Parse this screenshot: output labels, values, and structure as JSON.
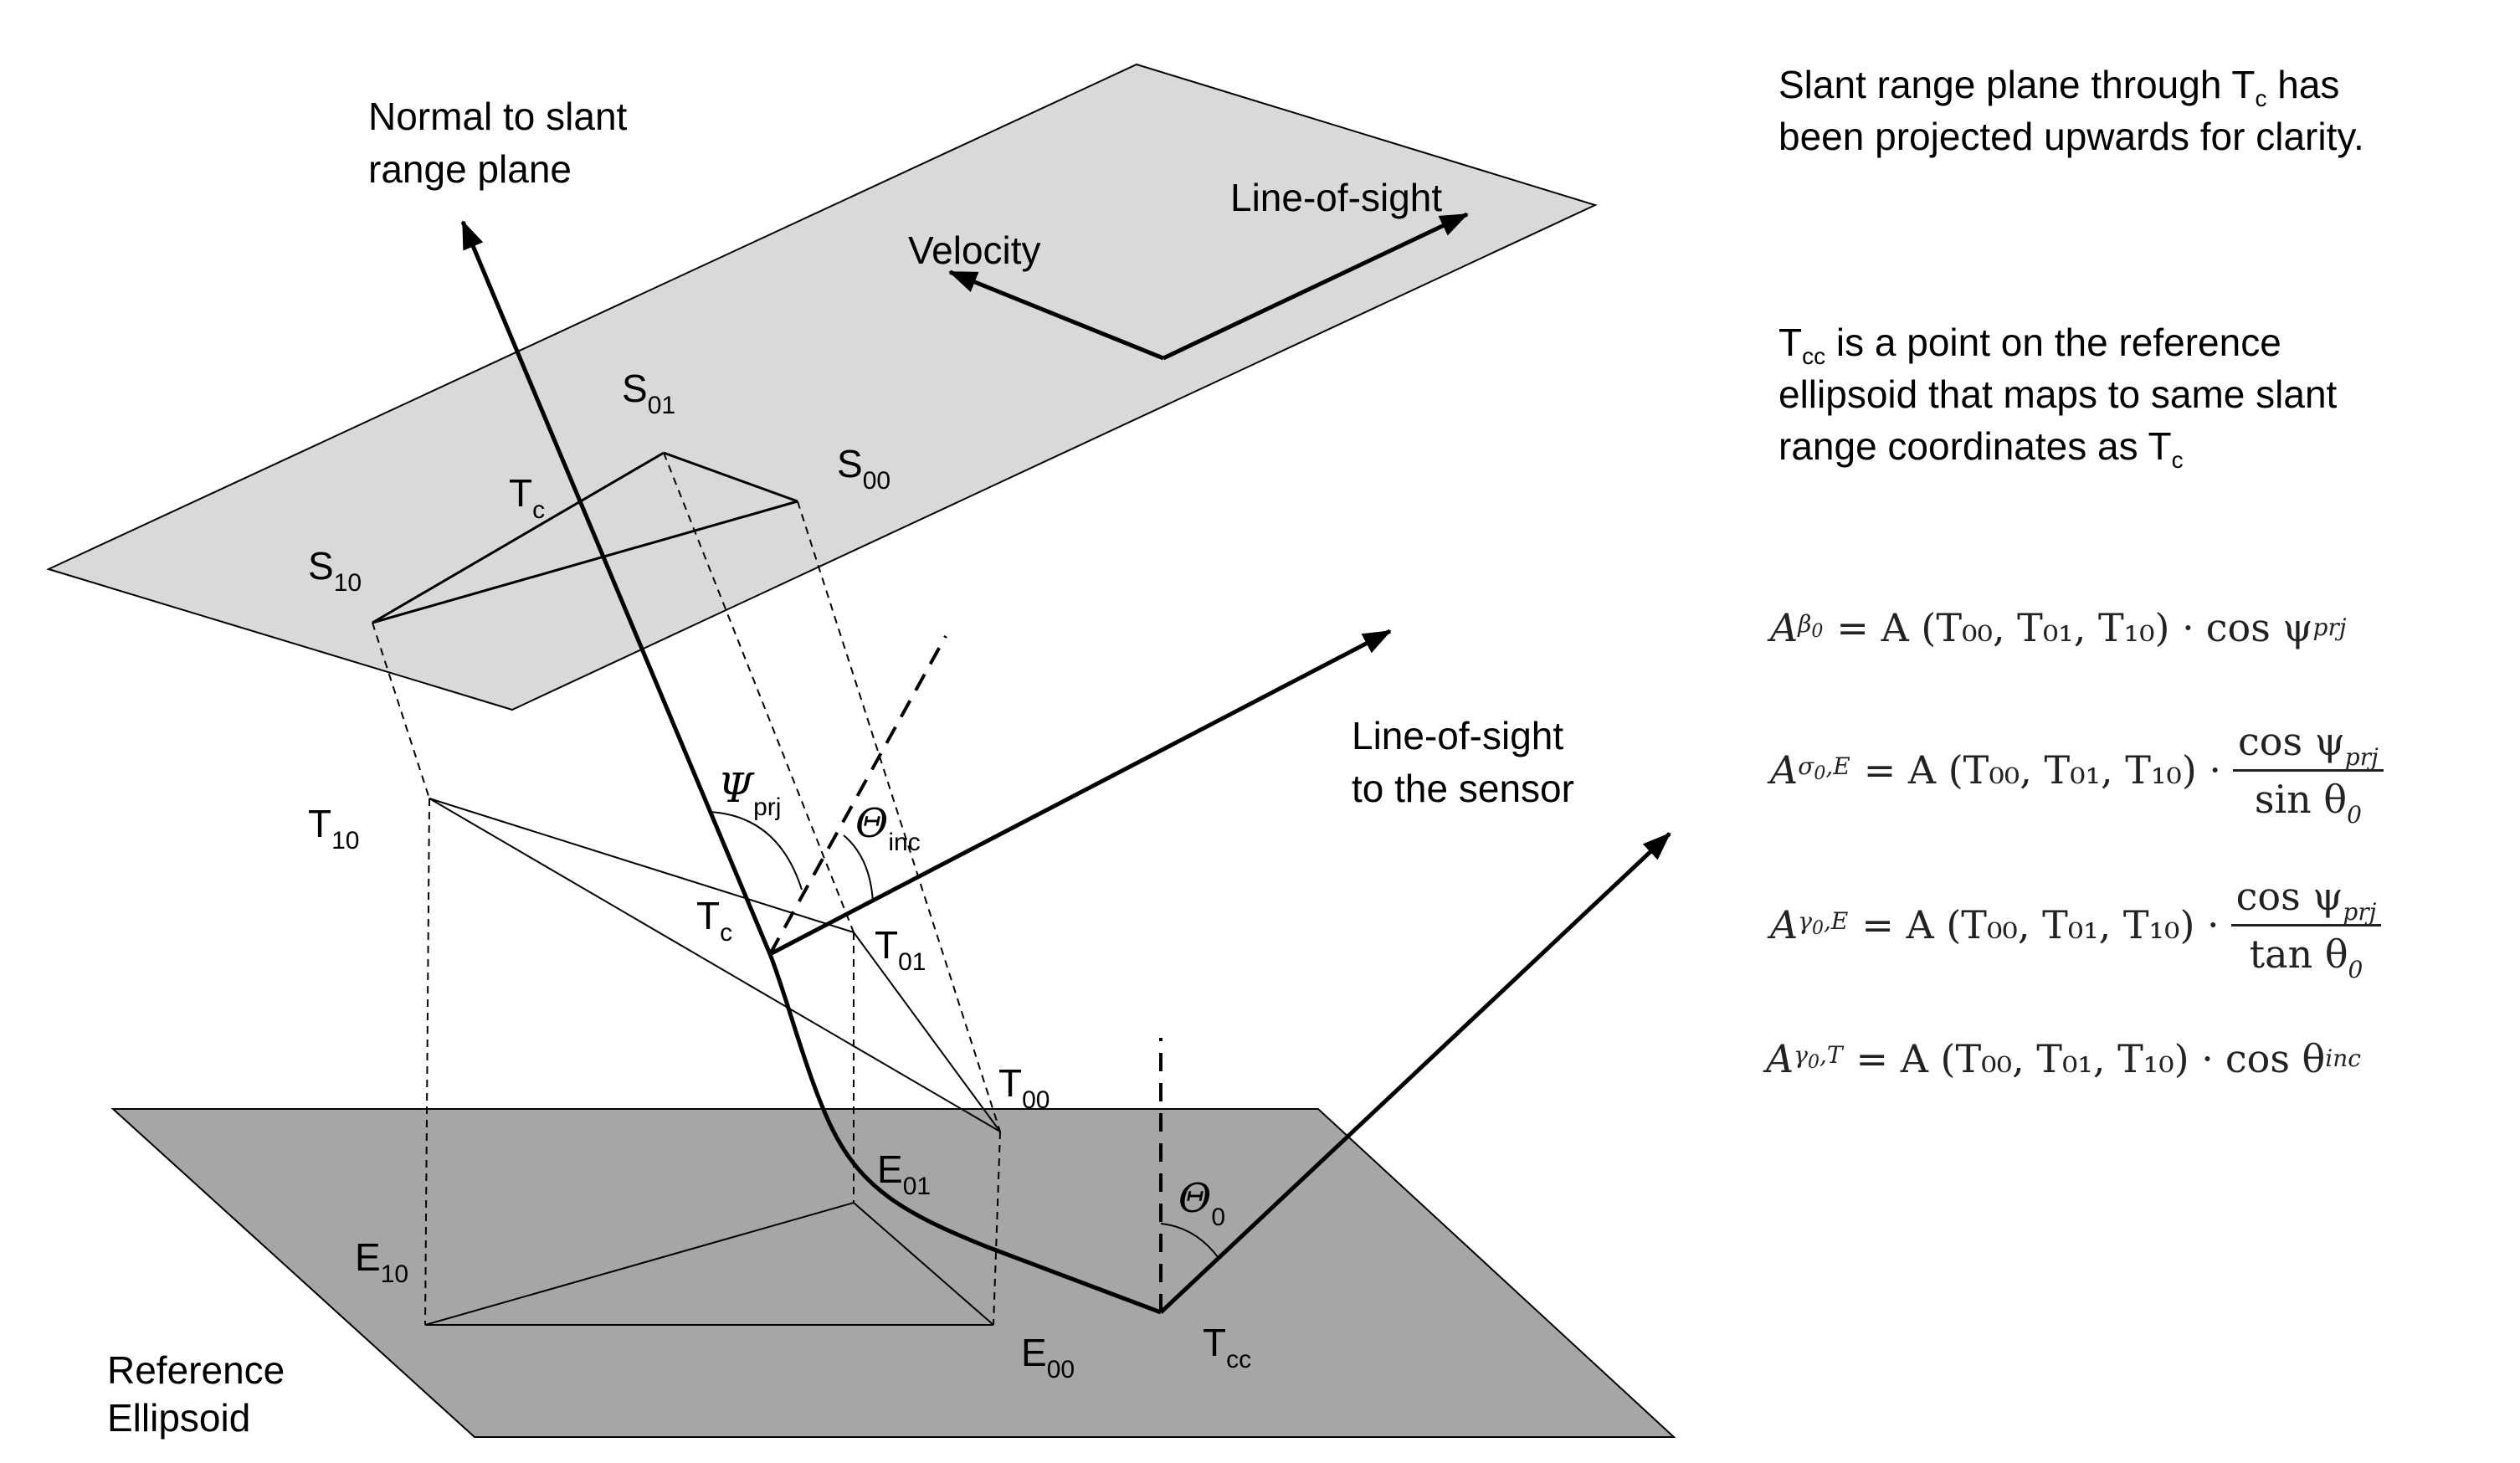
{
  "labels": {
    "normal_line1": "Normal to slant",
    "normal_line2": "range plane",
    "velocity": "Velocity",
    "line_of_sight": "Line-of-sight",
    "los_sensor_line1": "Line-of-sight",
    "los_sensor_line2": "to the sensor",
    "reference_line1": "Reference",
    "reference_line2": "Ellipsoid",
    "points": {
      "s01": {
        "base": "S",
        "sub": "01"
      },
      "s00": {
        "base": "S",
        "sub": "00"
      },
      "s10": {
        "base": "S",
        "sub": "10"
      },
      "tc_top": {
        "base": "T",
        "sub": "c"
      },
      "t10": {
        "base": "T",
        "sub": "10"
      },
      "tc_mid": {
        "base": "T",
        "sub": "c"
      },
      "t01": {
        "base": "T",
        "sub": "01"
      },
      "t00": {
        "base": "T",
        "sub": "00"
      },
      "e01": {
        "base": "E",
        "sub": "01"
      },
      "e10": {
        "base": "E",
        "sub": "10"
      },
      "e00": {
        "base": "E",
        "sub": "00"
      },
      "tcc": {
        "base": "T",
        "sub": "cc"
      }
    },
    "psi": {
      "symbol": "Ψ",
      "sub": "prj"
    },
    "theta_inc": {
      "symbol": "Θ",
      "sub": "inc"
    },
    "theta_0": {
      "symbol": "Θ",
      "sub": "0"
    }
  },
  "notes": {
    "note1_a": "Slant range plane through T",
    "note1_sub": "c",
    "note1_b": " has",
    "note1_line2": "been projected upwards for clarity.",
    "note2_a": "T",
    "note2_sub": "cc",
    "note2_b": " is a point on the reference",
    "note2_line2": "ellipsoid that maps to same slant",
    "note2_line3_a": "range coordinates as T",
    "note2_line3_sub": "c"
  },
  "equations": {
    "A": "A",
    "beta0_sub": "β",
    "beta0_subsub": "0",
    "sigma0_sub": "σ",
    "sigma0_subsub": "0",
    "sigma0_tail": ",E",
    "gamma0_sub": "γ",
    "gamma0_subsub": "0",
    "gamma0E_tail": ",E",
    "gamma0T_tail": ",T",
    "rhs_core": "= A (T₀₀, T₀₁, T₁₀) ·",
    "cos_psi": "cos ψ",
    "prj": "prj",
    "sin_theta": "sin θ",
    "tan_theta": "tan θ",
    "theta_sub0": "0",
    "cos_theta": "cos θ",
    "inc": "inc"
  },
  "colors": {
    "slant_plane": "#d9d9d9",
    "ellipsoid_plane": "#a6a6a6",
    "ink": "#000000"
  }
}
